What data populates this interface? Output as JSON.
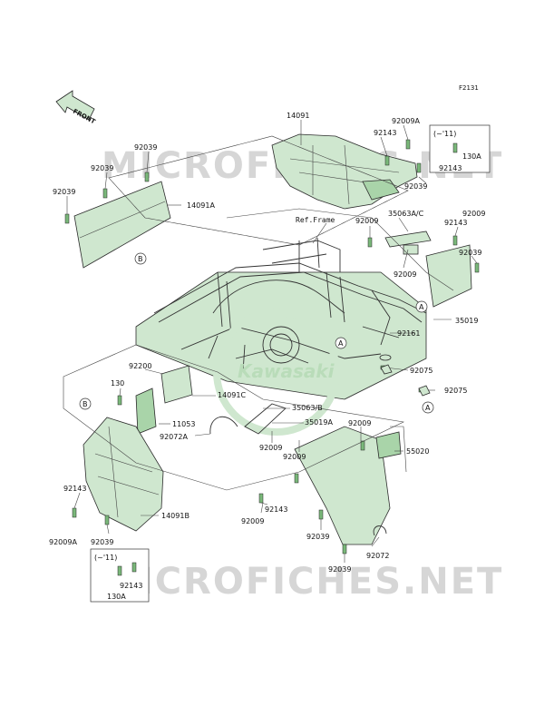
{
  "figure_id": "F2131",
  "front_arrow_label": "FRONT",
  "watermark": "MICROFICHES.NET",
  "brand_watermark": "Kawasaki",
  "ref_frame_label": "Ref.Frame",
  "ref_marks": [
    "A",
    "B"
  ],
  "colors": {
    "part_fill": "#cfe7cf",
    "part_dark": "#a9d4a9",
    "bolt": "#7ab87a",
    "watermark": "#d6d6d6"
  },
  "parts": {
    "p14091": "14091",
    "p92009A_top": "92009A",
    "p92143_top": "92143",
    "variant_top": "(~'11)",
    "p92143_box_top": "92143",
    "p130A_top": "130A",
    "p92039_a": "92039",
    "p92039_b": "92039",
    "p92039_c": "92039",
    "p14091A": "14091A",
    "p92039_d": "92039",
    "p92009_a": "92009",
    "p35063AC": "35063A/C",
    "p92009_b": "92009",
    "p92143_r": "92143",
    "p92039_r": "92039",
    "p92009_c": "92009",
    "p35019": "35019",
    "p92161": "92161",
    "p92075_a": "92075",
    "p92075_b": "92075",
    "p92200": "92200",
    "p130": "130",
    "p14091C": "14091C",
    "p11053": "11053",
    "p35063B": "35063/B",
    "p35019A": "35019A",
    "p92072A": "92072A",
    "p92009_d": "92009",
    "p92009_e": "92009",
    "p92009_f": "92009",
    "p55020": "55020",
    "p92143_l": "92143",
    "p14091B": "14091B",
    "p92009A_l": "92009A",
    "p92039_l": "92039",
    "p92143_m": "92143",
    "p92009_g": "92009",
    "p92039_m": "92039",
    "p92072": "92072",
    "p92039_n": "92039",
    "variant_bottom": "(~'11)",
    "p92143_box_bottom": "92143",
    "p130A_bottom": "130A"
  }
}
